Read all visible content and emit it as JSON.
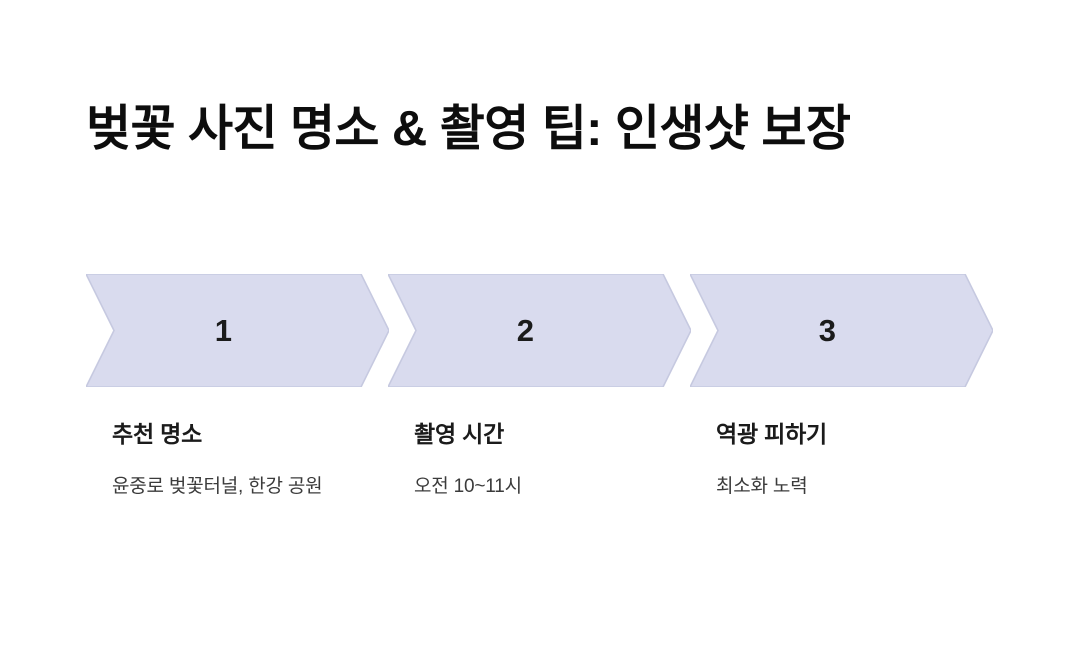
{
  "theme": {
    "background": "#ffffff",
    "chevron_fill": "#D9DBEE",
    "chevron_stroke": "#C6C9E0",
    "title_color": "#0d0d0d",
    "heading_color": "#1b1b1b",
    "body_color": "#3b3b3b"
  },
  "title": "벚꽃 사진 명소 & 촬영 팁: 인생샷 보장",
  "steps": [
    {
      "number": "1",
      "heading": "추천 명소",
      "body": "윤중로 벚꽃터널, 한강 공원"
    },
    {
      "number": "2",
      "heading": "촬영 시간",
      "body": "오전 10~11시"
    },
    {
      "number": "3",
      "heading": "역광 피하기",
      "body": "최소화 노력"
    }
  ]
}
